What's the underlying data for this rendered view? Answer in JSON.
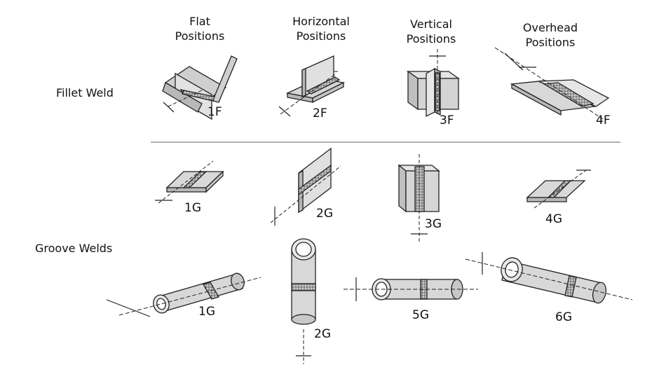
{
  "headers": {
    "flat": [
      "Flat",
      "Positions"
    ],
    "horizontal": [
      "Horizontal",
      "Positions"
    ],
    "vertical": [
      "Vertical",
      "Positions"
    ],
    "overhead": [
      "Overhead",
      "Positions"
    ]
  },
  "row_labels": {
    "fillet": "Fillet Weld",
    "groove": "Groove Welds"
  },
  "fillet_codes": [
    "1F",
    "2F",
    "3F",
    "4F"
  ],
  "groove_plate_codes": [
    "1G",
    "2G",
    "3G",
    "4G"
  ],
  "groove_pipe_codes": [
    "1G",
    "2G",
    "5G",
    "6G"
  ],
  "colors": {
    "plate": "#d9d9d9",
    "plate_dark": "#b8b8b8",
    "outline": "#222222",
    "weld": "#9a9a9a"
  }
}
